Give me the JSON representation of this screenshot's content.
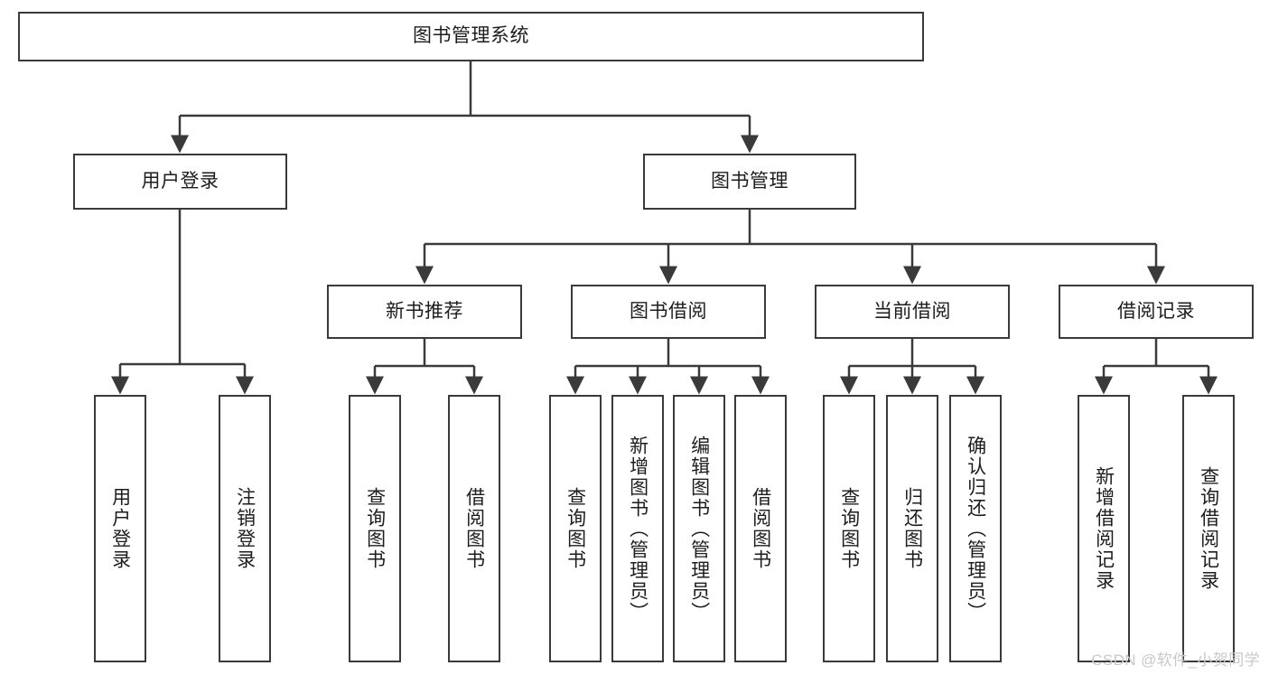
{
  "diagram": {
    "title": "图书管理系统",
    "type": "tree",
    "watermark": "CSDN @软件_小贺同学",
    "colors": {
      "node_border": "#3a3a3a",
      "node_fill": "#ffffff",
      "edge": "#3a3a3a",
      "text": "#1d1d1d",
      "watermark": "#c9c9c9",
      "background": "#ffffff"
    },
    "nodes": {
      "root": {
        "label": "图书管理系统"
      },
      "level2": [
        {
          "id": "user-login",
          "label": "用户登录"
        },
        {
          "id": "book-manage",
          "label": "图书管理"
        }
      ],
      "level3": [
        {
          "id": "new-book-recommend",
          "label": "新书推荐"
        },
        {
          "id": "book-borrow",
          "label": "图书借阅"
        },
        {
          "id": "current-borrow",
          "label": "当前借阅"
        },
        {
          "id": "borrow-record",
          "label": "借阅记录"
        }
      ],
      "leaves": [
        {
          "id": "leaf-user-login",
          "label": "用户登录"
        },
        {
          "id": "leaf-logout-login",
          "label": "注销登录"
        },
        {
          "id": "leaf-query-book-1",
          "label": "查询图书"
        },
        {
          "id": "leaf-borrow-book-1",
          "label": "借阅图书"
        },
        {
          "id": "leaf-query-book-2",
          "label": "查询图书"
        },
        {
          "id": "leaf-add-book-admin",
          "label": "新增图书（管理员）"
        },
        {
          "id": "leaf-edit-book-admin",
          "label": "编辑图书（管理员）"
        },
        {
          "id": "leaf-borrow-book-2",
          "label": "借阅图书"
        },
        {
          "id": "leaf-query-book-3",
          "label": "查询图书"
        },
        {
          "id": "leaf-return-book",
          "label": "归还图书"
        },
        {
          "id": "leaf-confirm-return-admin",
          "label": "确认归还（管理员）"
        },
        {
          "id": "leaf-add-borrow-record",
          "label": "新增借阅记录"
        },
        {
          "id": "leaf-query-borrow-record",
          "label": "查询借阅记录"
        }
      ]
    },
    "edges": [
      {
        "from": "图书管理系统",
        "to": "用户登录"
      },
      {
        "from": "图书管理系统",
        "to": "图书管理"
      },
      {
        "from": "用户登录",
        "to": "用户登录"
      },
      {
        "from": "用户登录",
        "to": "注销登录"
      },
      {
        "from": "图书管理",
        "to": "新书推荐"
      },
      {
        "from": "图书管理",
        "to": "图书借阅"
      },
      {
        "from": "图书管理",
        "to": "当前借阅"
      },
      {
        "from": "图书管理",
        "to": "借阅记录"
      },
      {
        "from": "新书推荐",
        "to": "查询图书"
      },
      {
        "from": "新书推荐",
        "to": "借阅图书"
      },
      {
        "from": "图书借阅",
        "to": "查询图书"
      },
      {
        "from": "图书借阅",
        "to": "新增图书（管理员）"
      },
      {
        "from": "图书借阅",
        "to": "编辑图书（管理员）"
      },
      {
        "from": "图书借阅",
        "to": "借阅图书"
      },
      {
        "from": "当前借阅",
        "to": "查询图书"
      },
      {
        "from": "当前借阅",
        "to": "归还图书"
      },
      {
        "from": "当前借阅",
        "to": "确认归还（管理员）"
      },
      {
        "from": "借阅记录",
        "to": "新增借阅记录"
      },
      {
        "from": "借阅记录",
        "to": "查询借阅记录"
      }
    ]
  }
}
